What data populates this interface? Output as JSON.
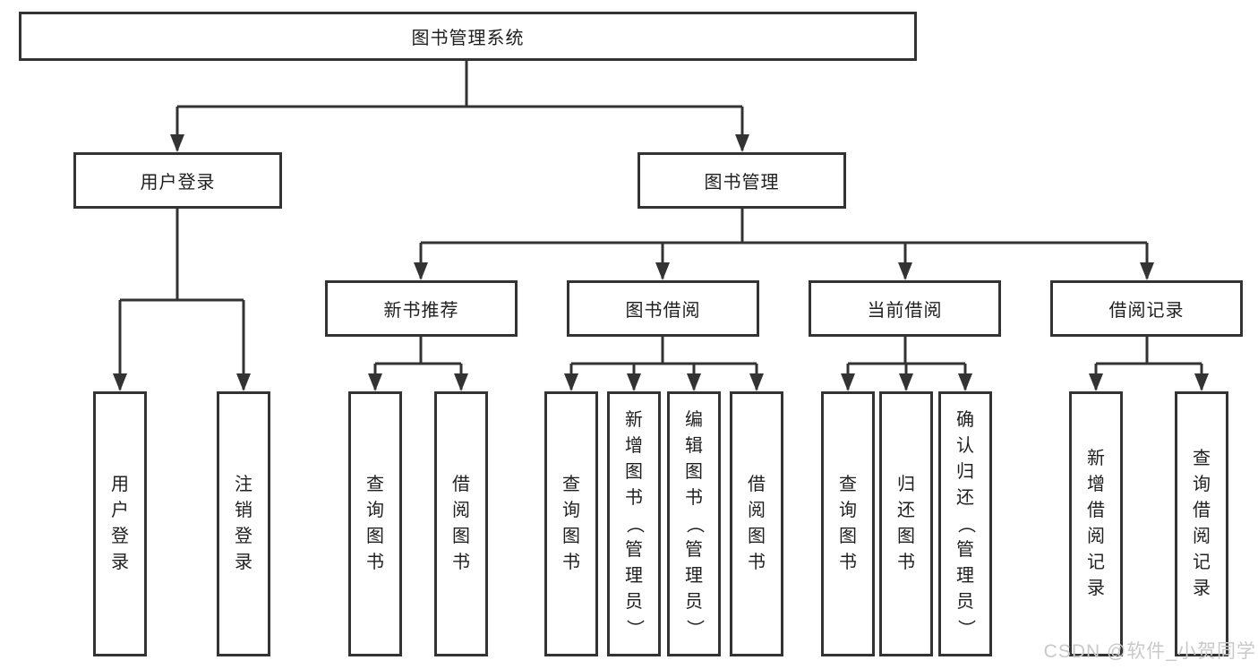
{
  "diagram": {
    "title": "图书管理系统",
    "tree": {
      "root": {
        "label": "图书管理系统",
        "children": [
          {
            "label": "用户登录",
            "children": [
              {
                "label": "用户登录"
              },
              {
                "label": "注销登录"
              }
            ]
          },
          {
            "label": "图书管理",
            "children": [
              {
                "label": "新书推荐",
                "children": [
                  {
                    "label": "查询图书"
                  },
                  {
                    "label": "借阅图书"
                  }
                ]
              },
              {
                "label": "图书借阅",
                "children": [
                  {
                    "label": "查询图书"
                  },
                  {
                    "label": "新增图书（管理员）"
                  },
                  {
                    "label": "编辑图书（管理员）"
                  },
                  {
                    "label": "借阅图书"
                  }
                ]
              },
              {
                "label": "当前借阅",
                "children": [
                  {
                    "label": "查询图书"
                  },
                  {
                    "label": "归还图书"
                  },
                  {
                    "label": "确认归还（管理员）"
                  }
                ]
              },
              {
                "label": "借阅记录",
                "children": [
                  {
                    "label": "新增借阅记录"
                  },
                  {
                    "label": "查询借阅记录"
                  }
                ]
              }
            ]
          }
        ]
      }
    },
    "colors": {
      "line": "#333333",
      "border": "#333333",
      "text": "#1f1f1f",
      "background": "#ffffff",
      "watermark": "#c9c9c9"
    }
  },
  "watermark": {
    "text": "CSDN @软件_小贺同学"
  }
}
